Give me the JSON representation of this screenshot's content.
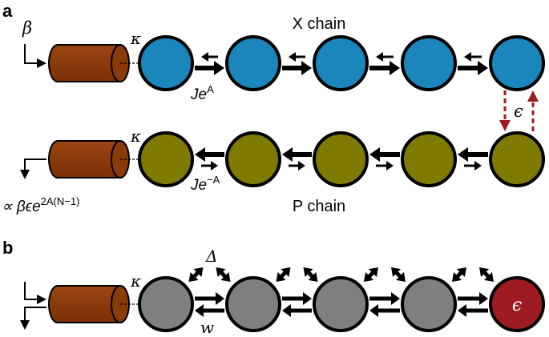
{
  "panels": {
    "a": {
      "label": "a",
      "top_chain_label": "X chain",
      "bottom_chain_label": "P chain",
      "input_symbol": "β",
      "coupling_symbol": "κ",
      "top_rate_base": "Je",
      "top_rate_exp": "A",
      "bottom_rate_base": "Je",
      "bottom_rate_exp": "−A",
      "transfer_symbol": "ϵ",
      "output_prefix": "∝ βϵe",
      "output_exp": "2A(N−1)",
      "top_node_color": "#1a86bc",
      "bottom_node_color": "#7f7a00"
    },
    "b": {
      "label": "b",
      "coupling_symbol": "κ",
      "detuning_symbol": "Δ",
      "hop_symbol": "w",
      "end_node_symbol": "ϵ",
      "node_color": "#7f7f7f",
      "end_node_color": "#9e1b22"
    },
    "cylinder_color": "#8b3a0a",
    "dashed_arrow_color": "#9b1b1f"
  }
}
